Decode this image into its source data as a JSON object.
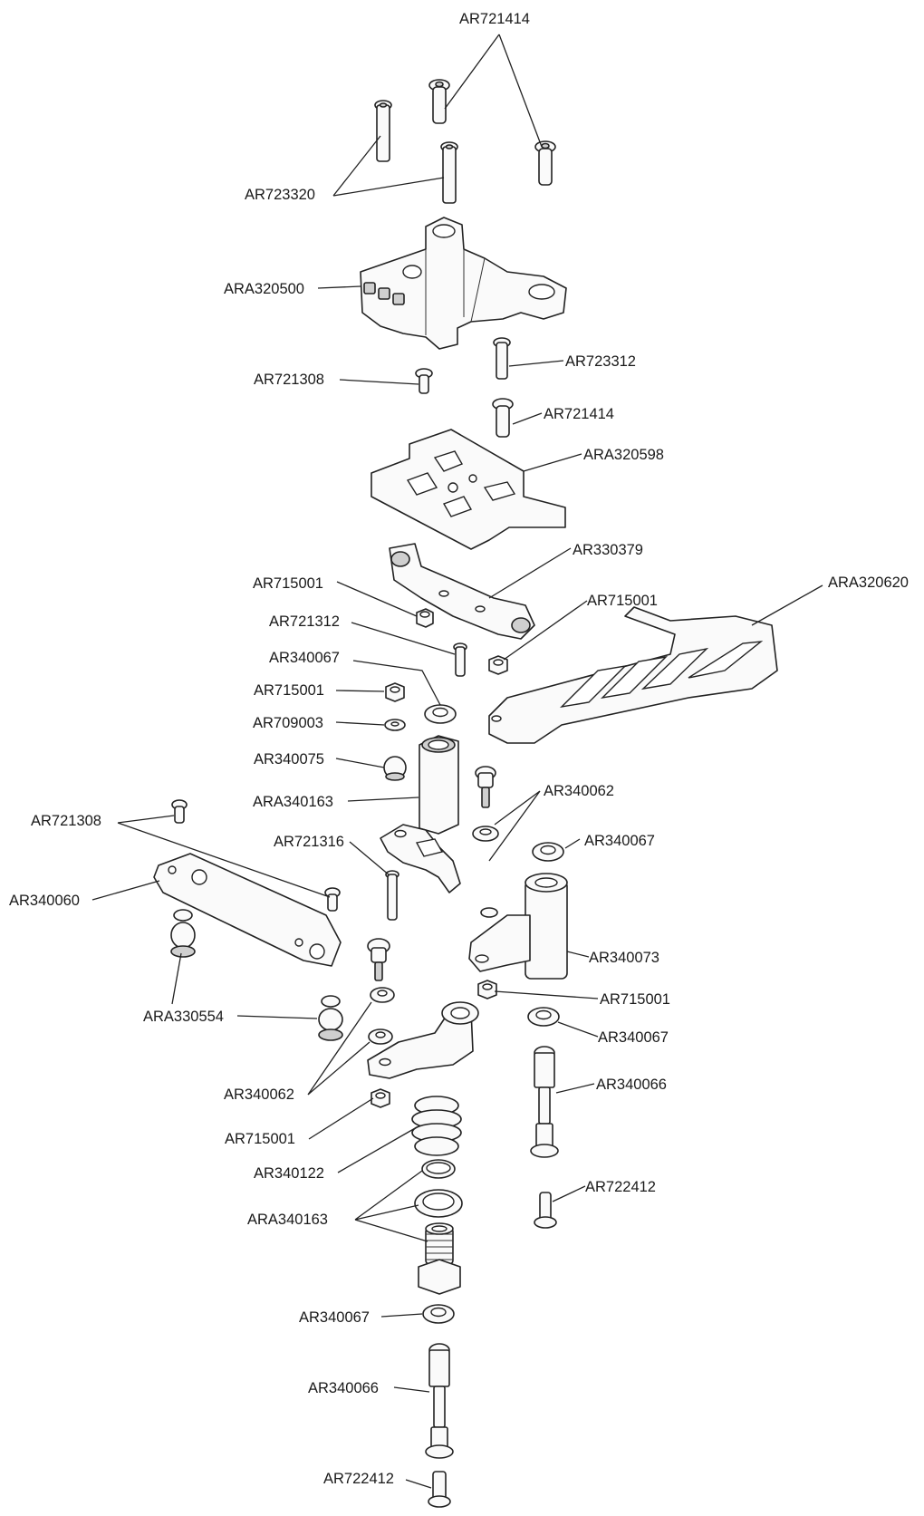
{
  "callouts": [
    "AR721414",
    "AR723320",
    "ARA320500",
    "AR723312",
    "AR721308",
    "AR721414",
    "ARA320598",
    "AR330379",
    "ARA320620",
    "AR715001",
    "AR715001",
    "AR721312",
    "AR340067",
    "AR715001",
    "AR709003",
    "AR340075",
    "AR340062",
    "ARA340163",
    "AR721308",
    "AR721316",
    "AR340067",
    "AR340060",
    "AR340073",
    "ARA330554",
    "AR715001",
    "AR340067",
    "AR340062",
    "AR340066",
    "AR715001",
    "AR340122",
    "AR722412",
    "ARA340163",
    "AR340067",
    "AR340066",
    "AR722412"
  ]
}
